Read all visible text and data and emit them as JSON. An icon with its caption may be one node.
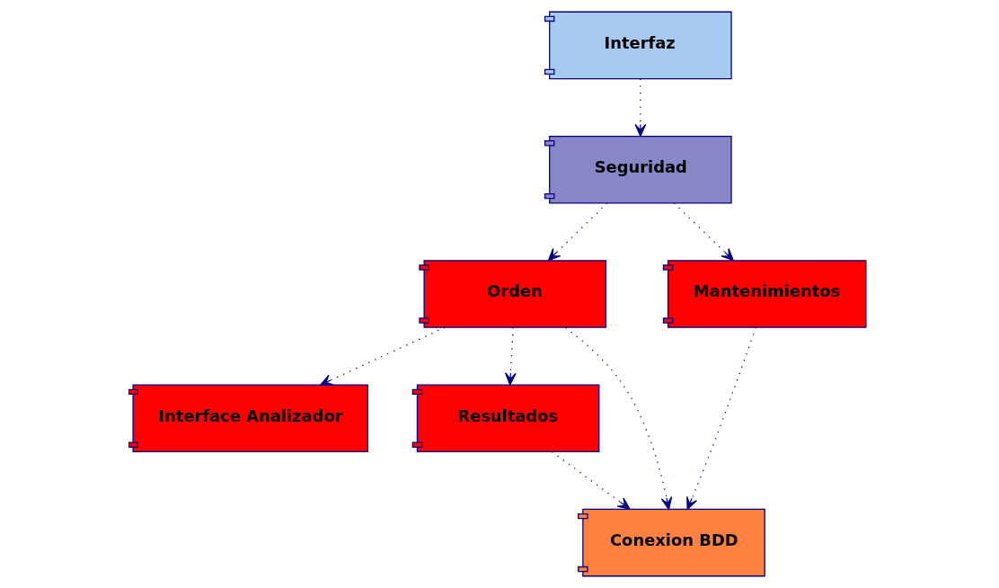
{
  "diagram": {
    "nodes": [
      {
        "text": [
          "Interfaz"
        ]
      },
      {
        "text": [
          "Seguridad"
        ]
      },
      {
        "text": [
          "Interface Analizador"
        ]
      },
      {
        "text": [
          "Orden"
        ]
      },
      {
        "text": [
          "Resultados"
        ]
      },
      {
        "text": [
          "Mantenimientos"
        ]
      },
      {
        "text": [
          "Conexion BDD"
        ]
      }
    ],
    "edges": [
      {
        "from": 0,
        "to": 1,
        "arrow": "to"
      },
      {
        "from": 1,
        "to": 5,
        "arrow": "to"
      },
      {
        "from": 1,
        "to": 3,
        "arrow": "to"
      },
      {
        "from": 3,
        "to": 2,
        "arrow": "to"
      },
      {
        "from": 3,
        "to": 4,
        "arrow": "to"
      },
      {
        "from": 4,
        "to": 6,
        "arrow": "to"
      },
      {
        "from": 3,
        "to": 6,
        "arrow": "to"
      },
      {
        "from": 5,
        "to": 6,
        "arrow": "to"
      }
    ]
  }
}
